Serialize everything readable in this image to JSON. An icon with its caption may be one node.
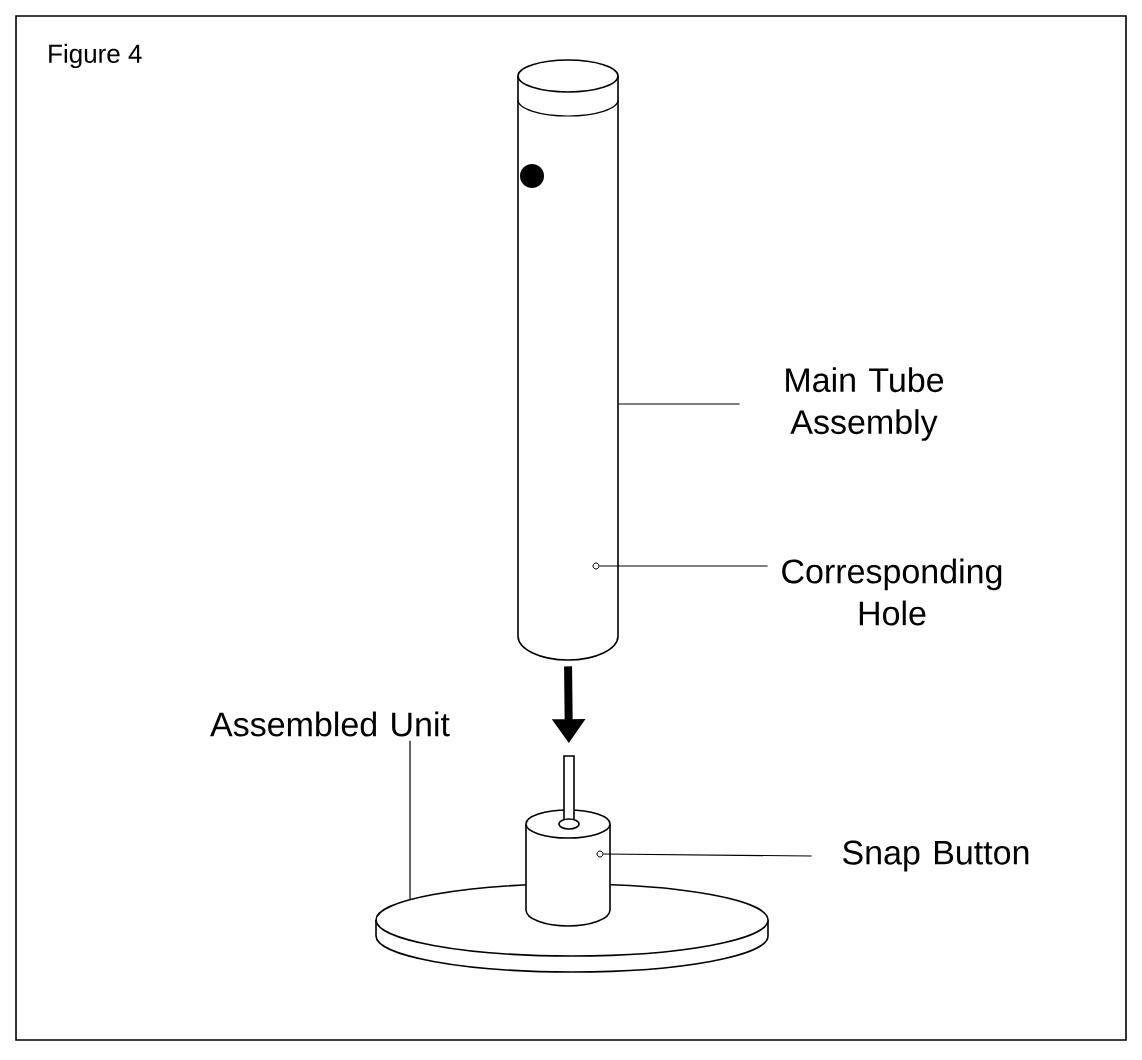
{
  "diagram": {
    "title": "Figure 4",
    "nodes": [
      {
        "text": [
          "Main Tube Assembly"
        ]
      },
      {
        "text": [
          "Corresponding Hole"
        ]
      },
      {
        "text": [
          "Assembled Unit"
        ]
      },
      {
        "text": [
          "Snap Button"
        ]
      },
      {
        "text": [],
        "shape": "cylinder"
      },
      {
        "text": [],
        "shape": "circle",
        "in": 4
      },
      {
        "text": [],
        "shape": "cylinder"
      },
      {
        "text": [],
        "shape": "circle"
      },
      {
        "text": [],
        "shape": "bar"
      }
    ],
    "edges": [
      {
        "from": 0,
        "to": 4,
        "arrow": "none"
      },
      {
        "from": 1,
        "to": 5,
        "arrow": "none"
      },
      {
        "from": 2,
        "to": 6,
        "arrow": "none"
      },
      {
        "from": 3,
        "to": 7,
        "arrow": "none"
      },
      {
        "from": 4,
        "to": 8,
        "arrow": "to",
        "style": "thick"
      }
    ]
  }
}
